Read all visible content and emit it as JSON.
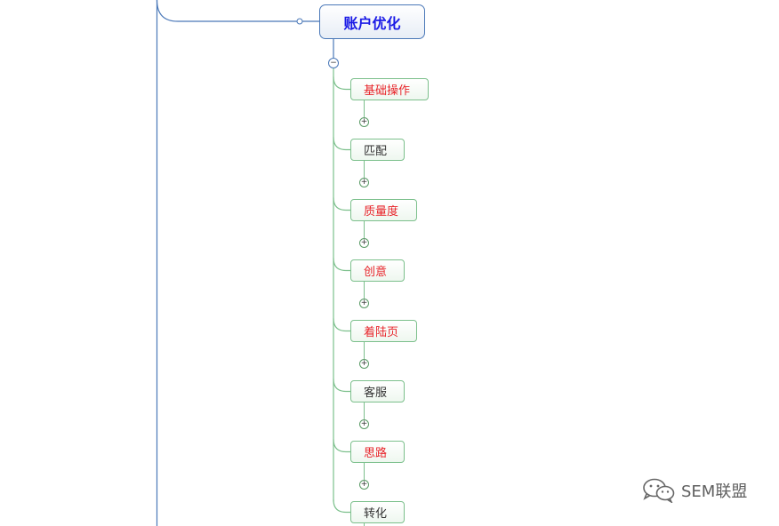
{
  "root": {
    "label": "账户优化",
    "collapse_symbol": "−"
  },
  "children": [
    {
      "label": "基础操作",
      "color": "#e8242a",
      "expand_symbol": "+"
    },
    {
      "label": "匹配",
      "color": "#333333",
      "expand_symbol": "+"
    },
    {
      "label": "质量度",
      "color": "#e8242a",
      "expand_symbol": "+"
    },
    {
      "label": "创意",
      "color": "#e8242a",
      "expand_symbol": "+"
    },
    {
      "label": "着陆页",
      "color": "#e8242a",
      "expand_symbol": "+"
    },
    {
      "label": "客服",
      "color": "#333333",
      "expand_symbol": "+"
    },
    {
      "label": "思路",
      "color": "#e8242a",
      "expand_symbol": "+"
    },
    {
      "label": "转化",
      "color": "#333333"
    }
  ],
  "colors": {
    "root_border": "#4a78b8",
    "root_text": "#1a1ae6",
    "branch_line": "#7cc08c",
    "trunk_line": "#4a78b8"
  },
  "watermark": {
    "text": "SEM联盟",
    "icon": "wechat-icon"
  }
}
